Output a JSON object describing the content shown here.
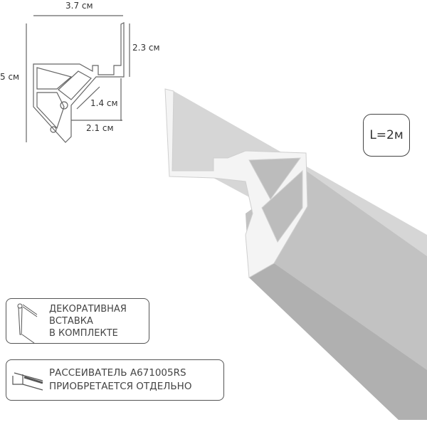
{
  "dimensions": {
    "width": "3.7 см",
    "height": "5 см",
    "flange": "2.3 см",
    "diagonal": "1.4 см",
    "bottom": "2.1 см"
  },
  "length_badge": "L=2м",
  "notes": [
    {
      "icon": "decorative-insert-icon",
      "lines": [
        "ДЕКОРАТИВНАЯ",
        "ВСТАВКА",
        "В КОМПЛЕКТЕ"
      ]
    },
    {
      "icon": "diffuser-icon",
      "lines": [
        "РАССЕИВАТЕЛЬ A671005RS",
        "ПРИОБРЕТАЕТСЯ ОТДЕЛЬНО"
      ]
    }
  ],
  "colors": {
    "profile": "#c4c4c4",
    "profile_dark": "#a9a9a9",
    "line": "#444444"
  }
}
